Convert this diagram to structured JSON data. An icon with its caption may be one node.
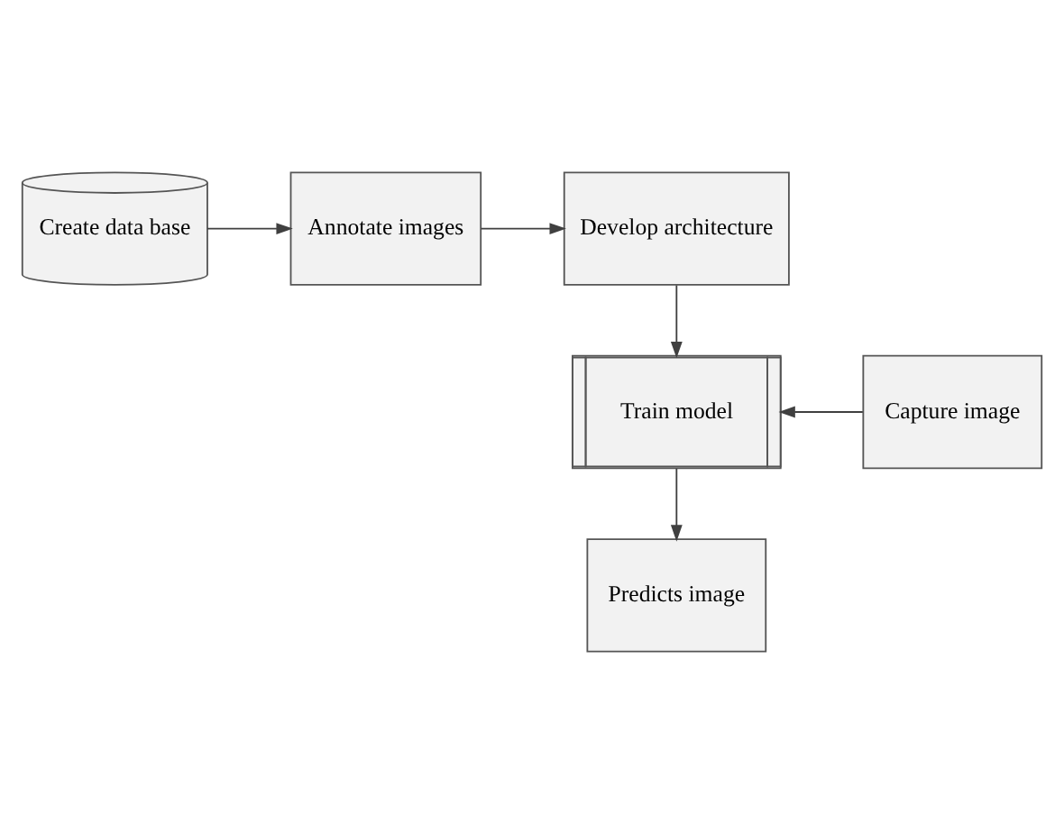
{
  "diagram": {
    "nodes": [
      {
        "text": [
          "Create data base"
        ]
      },
      {
        "text": [
          "Annotate images"
        ]
      },
      {
        "text": [
          "Develop architecture"
        ]
      },
      {
        "text": [
          "Train model"
        ]
      },
      {
        "text": [
          "Capture image"
        ]
      },
      {
        "text": [
          "Predicts image"
        ]
      }
    ],
    "edges": [
      {
        "from": 0,
        "to": 1,
        "arrow": "to"
      },
      {
        "from": 1,
        "to": 2,
        "arrow": "to"
      },
      {
        "from": 2,
        "to": 3,
        "arrow": "to"
      },
      {
        "from": 4,
        "to": 3,
        "arrow": "to"
      },
      {
        "from": 3,
        "to": 5,
        "arrow": "to"
      }
    ]
  }
}
